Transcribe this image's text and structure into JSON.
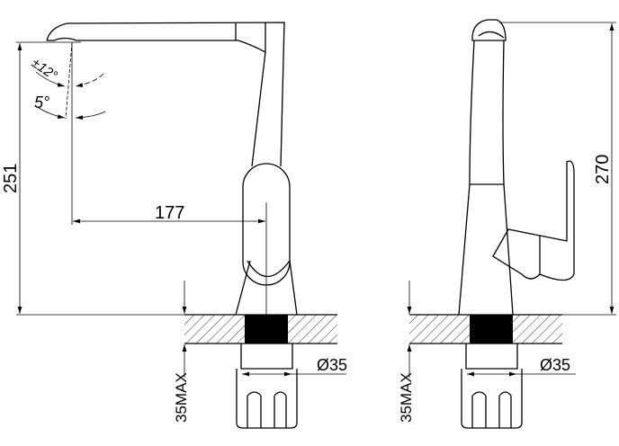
{
  "front_view": {
    "angle_swivel": "±12°",
    "angle_tilt": "5°",
    "height_dim": "251",
    "reach_dim": "177",
    "hole_diameter": "Ø35",
    "counter_thickness": "35MAX"
  },
  "side_view": {
    "height_dim": "270",
    "hole_diameter": "Ø35",
    "counter_thickness": "35MAX"
  }
}
